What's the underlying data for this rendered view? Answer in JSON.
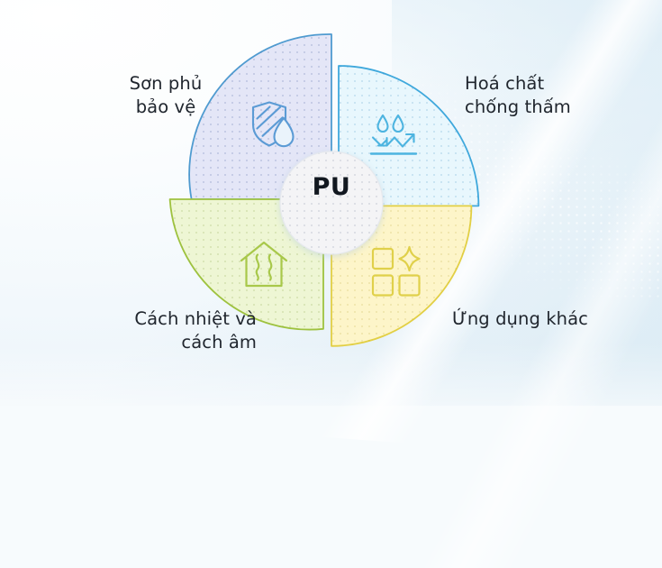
{
  "graphic": {
    "type": "donut-quadrant-infographic",
    "center": {
      "label": "PU"
    },
    "background_color": "#f4fafd",
    "segments": [
      {
        "id": "coating",
        "label": "Sơn phủ\nbảo vệ",
        "position": "top-left",
        "fill_color": "#e4e6f7",
        "stroke_color": "#4f9bd0",
        "icon": "shield-droplet-icon",
        "icon_color": "#5b9bd5"
      },
      {
        "id": "chemical",
        "label": "Hoá chất\nchống thấm",
        "position": "top-right",
        "fill_color": "#e8f7fd",
        "stroke_color": "#3fa8dc",
        "icon": "water-repellent-icon",
        "icon_color": "#4db4e0"
      },
      {
        "id": "insulation",
        "label": "Cách nhiệt và\ncách âm",
        "position": "bottom-left",
        "fill_color": "#eef6d4",
        "stroke_color": "#9ec23f",
        "icon": "house-heat-icon",
        "icon_color": "#a8c84a"
      },
      {
        "id": "other",
        "label": "Ứng dụng khác",
        "position": "bottom-right",
        "fill_color": "#fdf5c9",
        "stroke_color": "#e2cf44",
        "icon": "squares-sparkle-icon",
        "icon_color": "#e0d04a"
      }
    ]
  },
  "chart_data": {
    "type": "pie",
    "title": "",
    "categories": [
      "Sơn phủ bảo vệ",
      "Hoá chất chống thấm",
      "Cách nhiệt và cách âm",
      "Ứng dụng khác"
    ],
    "values": [
      25,
      25,
      25,
      25
    ],
    "colors": [
      "#e4e6f7",
      "#e8f7fd",
      "#eef6d4",
      "#fdf5c9"
    ],
    "center_label": "PU",
    "legend": "labels-around",
    "grid": false
  }
}
